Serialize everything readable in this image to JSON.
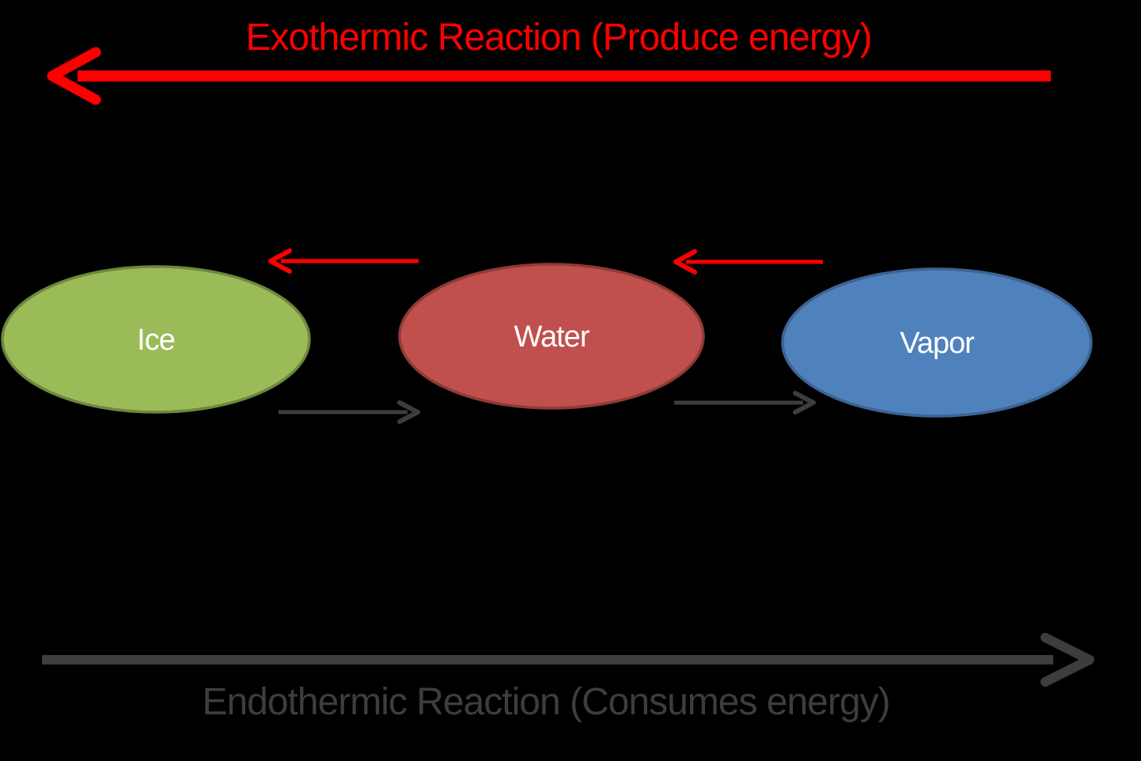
{
  "diagram": {
    "background_color": "#000000",
    "exothermic": {
      "title": "Exothermic Reaction (Produce energy)",
      "direction": "left",
      "color": "#ff0000"
    },
    "endothermic": {
      "title": "Endothermic Reaction (Consumes energy)",
      "direction": "right",
      "color": "#3d3d3d"
    },
    "nodes": [
      {
        "label": "Ice",
        "fill": "#9bbb59",
        "border": "#6d883e"
      },
      {
        "label": "Water",
        "fill": "#c0504d",
        "border": "#8e3a37"
      },
      {
        "label": "Vapor",
        "fill": "#4f81bd",
        "border": "#3c6493"
      }
    ],
    "node_text_color": "#ffffff",
    "transition_arrows": [
      {
        "name": "freezing-arrow",
        "direction": "left",
        "color": "#ff0000"
      },
      {
        "name": "condensation-arrow",
        "direction": "left",
        "color": "#ff0000"
      },
      {
        "name": "melting-arrow",
        "direction": "right",
        "color": "#3d3d3d"
      },
      {
        "name": "evaporation-arrow",
        "direction": "right",
        "color": "#3d3d3d"
      }
    ]
  }
}
